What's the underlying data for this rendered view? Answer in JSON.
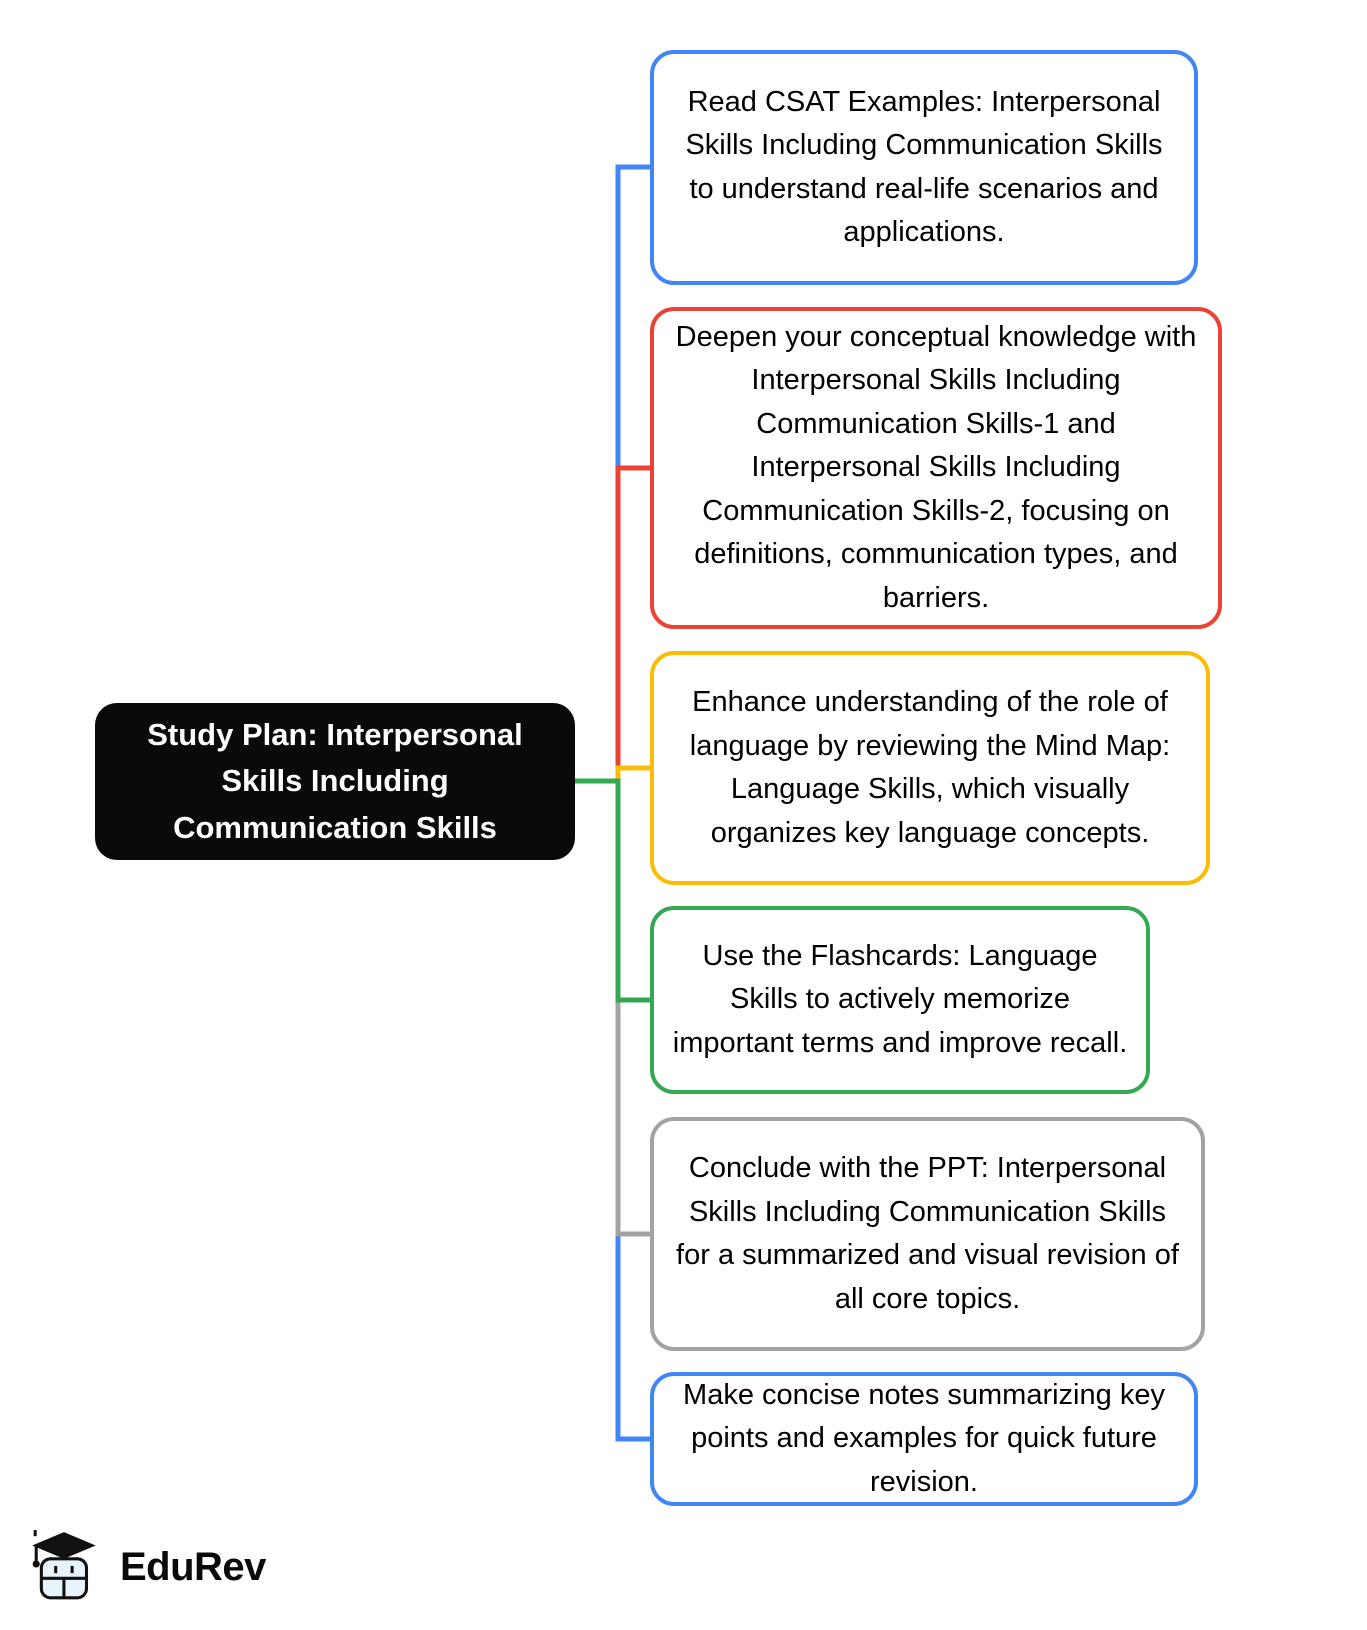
{
  "diagram": {
    "root": {
      "label": "Study Plan: Interpersonal Skills Including Communication Skills",
      "background": "#0a0a0a",
      "text_color": "#ffffff"
    },
    "nodes": [
      {
        "label": "Read CSAT Examples: Interpersonal Skills Including Communication Skills to understand real-life scenarios and applications.",
        "color": "#4285F4"
      },
      {
        "label": "Deepen your conceptual knowledge with Interpersonal Skills Including Communication Skills-1 and Interpersonal Skills Including Communication Skills-2, focusing on definitions, communication types, and barriers.",
        "color": "#EA4335"
      },
      {
        "label": "Enhance understanding of the role of language by reviewing the Mind Map: Language Skills, which visually organizes key language concepts.",
        "color": "#FBBC05"
      },
      {
        "label": "Use the Flashcards: Language Skills to actively memorize important terms and improve recall.",
        "color": "#34A853"
      },
      {
        "label": "Conclude with the PPT: Interpersonal Skills Including Communication Skills for a summarized and visual revision of all core topics.",
        "color": "#A3A3A3"
      },
      {
        "label": "Make concise notes summarizing key points and examples for quick future revision.",
        "color": "#4285F4"
      }
    ],
    "logo": {
      "text": "EduRev"
    }
  }
}
